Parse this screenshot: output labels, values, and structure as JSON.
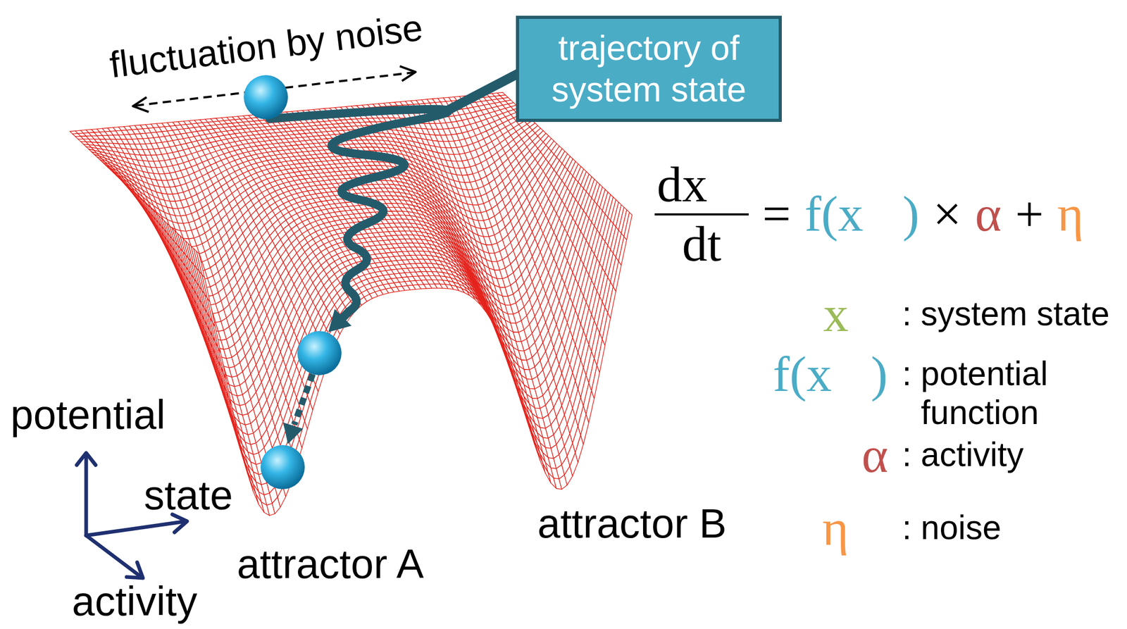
{
  "diagram": {
    "nodes": [
      {
        "text": [
          "trajectory of system state"
        ]
      }
    ],
    "labels": [
      "fluctuation by noise",
      "potential",
      "state",
      "activity",
      "attractor A",
      "attractor B",
      "dx⃗",
      "dt",
      "=",
      "f(x⃗)",
      "×",
      "α",
      "+",
      "η⃗",
      "x⃗",
      ": system state",
      "f(x⃗)",
      ": potential function",
      "α",
      ": activity",
      "η⃗",
      ": noise"
    ]
  }
}
